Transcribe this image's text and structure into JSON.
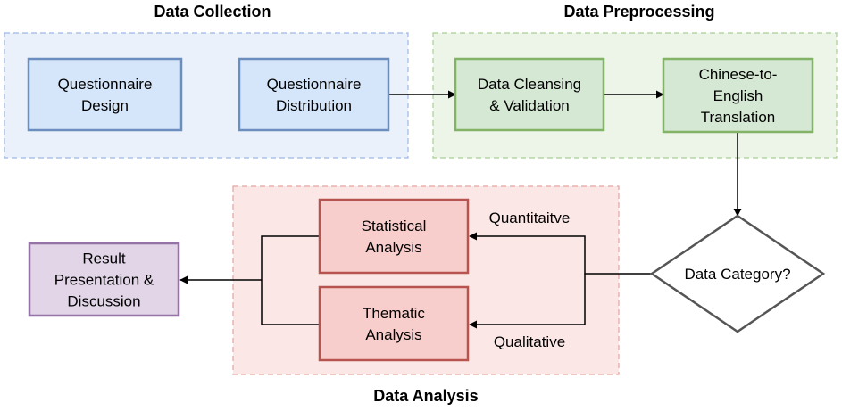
{
  "groups": {
    "collection": {
      "title": "Data Collection",
      "fill": "#eaf1fb",
      "stroke": "#9db8e3"
    },
    "preprocessing": {
      "title": "Data Preprocessing",
      "fill": "#edf5e8",
      "stroke": "#a8cf95"
    },
    "analysis": {
      "title": "Data Analysis",
      "fill": "#fbe7e6",
      "stroke": "#e3a4a1"
    }
  },
  "nodes": {
    "questionnaire_design": {
      "lines": [
        "Questionnaire",
        "Design"
      ],
      "fill": "#d6e6fa",
      "stroke": "#6c8ebf"
    },
    "questionnaire_distribution": {
      "lines": [
        "Questionnaire",
        "Distribution"
      ],
      "fill": "#d6e6fa",
      "stroke": "#6c8ebf"
    },
    "data_cleansing": {
      "lines": [
        "Data Cleansing",
        "& Validation"
      ],
      "fill": "#d5e8d4",
      "stroke": "#82b366"
    },
    "translation": {
      "lines": [
        "Chinese-to-",
        "English",
        "Translation"
      ],
      "fill": "#d5e8d4",
      "stroke": "#82b366"
    },
    "data_category": {
      "lines": [
        "Data Category?"
      ],
      "fill": "#ffffff",
      "stroke": "#555555"
    },
    "statistical_analysis": {
      "lines": [
        "Statistical",
        "Analysis"
      ],
      "fill": "#f8cecc",
      "stroke": "#b85450"
    },
    "thematic_analysis": {
      "lines": [
        "Thematic",
        "Analysis"
      ],
      "fill": "#f8cecc",
      "stroke": "#b85450"
    },
    "result_presentation": {
      "lines": [
        "Result",
        "Presentation &",
        "Discussion"
      ],
      "fill": "#e1d5e7",
      "stroke": "#9673a6"
    }
  },
  "edges": {
    "quantitative_label": "Quantitaitve",
    "qualitative_label": "Qualitative"
  }
}
